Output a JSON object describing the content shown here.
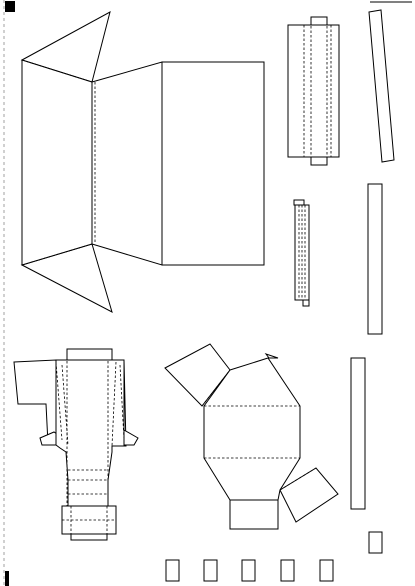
{
  "sheet": {
    "kind": "papercraft-template",
    "ink_color": "#000000",
    "paper_color": "#ffffff",
    "guide_color": "#8a8a8a",
    "line_styles": {
      "cut": "solid",
      "fold": "dashed"
    }
  }
}
